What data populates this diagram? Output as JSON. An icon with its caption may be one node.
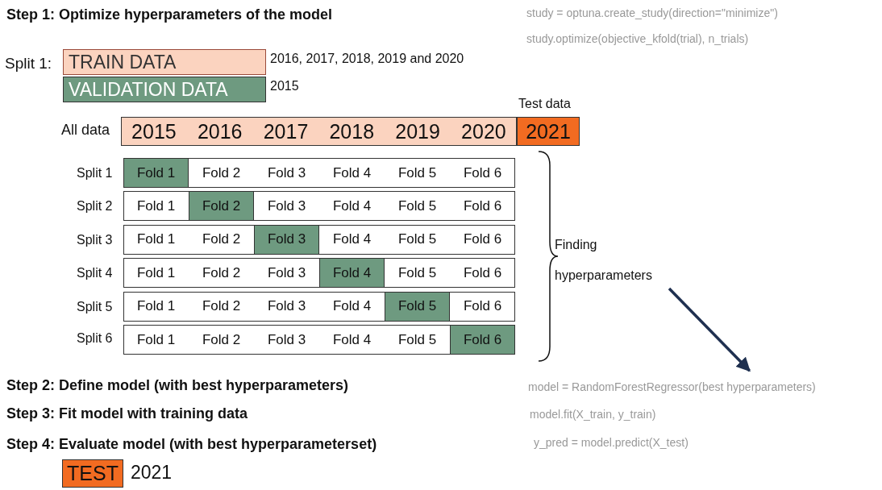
{
  "diagram": {
    "nodes": [
      {
        "text": [
          "TRAIN DATA"
        ],
        "beside": [
          "2016, 2017, 2018, 2019 and 2020"
        ]
      },
      {
        "text": [
          "VALIDATION DATA"
        ],
        "beside": [
          "2015"
        ]
      },
      {
        "text": [
          "2015"
        ]
      },
      {
        "text": [
          "2016"
        ]
      },
      {
        "text": [
          "2017"
        ]
      },
      {
        "text": [
          "2018"
        ]
      },
      {
        "text": [
          "2019"
        ]
      },
      {
        "text": [
          "2020"
        ]
      },
      {
        "text": [
          "2021"
        ],
        "beside": [
          "Test data"
        ]
      },
      {
        "text": [
          "Fold 1"
        ]
      },
      {
        "text": [
          "Fold 2"
        ]
      },
      {
        "text": [
          "Fold 3"
        ]
      },
      {
        "text": [
          "Fold 4"
        ]
      },
      {
        "text": [
          "Fold 5"
        ]
      },
      {
        "text": [
          "Fold 6"
        ]
      },
      {
        "text": [
          "Fold 1"
        ]
      },
      {
        "text": [
          "Fold 2"
        ]
      },
      {
        "text": [
          "Fold 3"
        ]
      },
      {
        "text": [
          "Fold 4"
        ]
      },
      {
        "text": [
          "Fold 5"
        ]
      },
      {
        "text": [
          "Fold 6"
        ]
      },
      {
        "text": [
          "Fold 1"
        ]
      },
      {
        "text": [
          "Fold 2"
        ]
      },
      {
        "text": [
          "Fold 3"
        ]
      },
      {
        "text": [
          "Fold 4"
        ]
      },
      {
        "text": [
          "Fold 5"
        ]
      },
      {
        "text": [
          "Fold 6"
        ]
      },
      {
        "text": [
          "Fold 1"
        ]
      },
      {
        "text": [
          "Fold 2"
        ]
      },
      {
        "text": [
          "Fold 3"
        ]
      },
      {
        "text": [
          "Fold 4"
        ]
      },
      {
        "text": [
          "Fold 5"
        ]
      },
      {
        "text": [
          "Fold 6"
        ]
      },
      {
        "text": [
          "Fold 1"
        ]
      },
      {
        "text": [
          "Fold 2"
        ]
      },
      {
        "text": [
          "Fold 3"
        ]
      },
      {
        "text": [
          "Fold 4"
        ]
      },
      {
        "text": [
          "Fold 5"
        ]
      },
      {
        "text": [
          "Fold 6"
        ]
      },
      {
        "text": [
          "Fold 1"
        ]
      },
      {
        "text": [
          "Fold 2"
        ]
      },
      {
        "text": [
          "Fold 3"
        ]
      },
      {
        "text": [
          "Fold 4"
        ]
      },
      {
        "text": [
          "Fold 5"
        ]
      },
      {
        "text": [
          "Fold 6"
        ]
      },
      {
        "text": [
          "Finding hyperparameters"
        ]
      },
      {
        "text": [
          "model = RandomForestRegressor(best hyperparameters)"
        ]
      },
      {
        "text": [
          "TEST"
        ],
        "beside": [
          "2021"
        ]
      }
    ],
    "edges": [
      {
        "from": 45,
        "to": 46,
        "arrow": "to"
      }
    ],
    "labels": [
      "Step 1: Optimize hyperparameters of the model",
      "study = optuna.create_study(direction=\"minimize\")",
      "study.optimize(objective_kfold(trial), n_trials)",
      "Split 1:",
      "All data",
      "Split 1",
      "Split 2",
      "Split 3",
      "Split 4",
      "Split 5",
      "Split 6",
      "Step 2: Define model (with best hyperparameters)",
      "model.fit(X_train, y_train)",
      "Step 3: Fit model with training data",
      "Step 4: Evaluate model (with best hyperparameterset)",
      "y_pred = model.predict(X_test)"
    ]
  }
}
